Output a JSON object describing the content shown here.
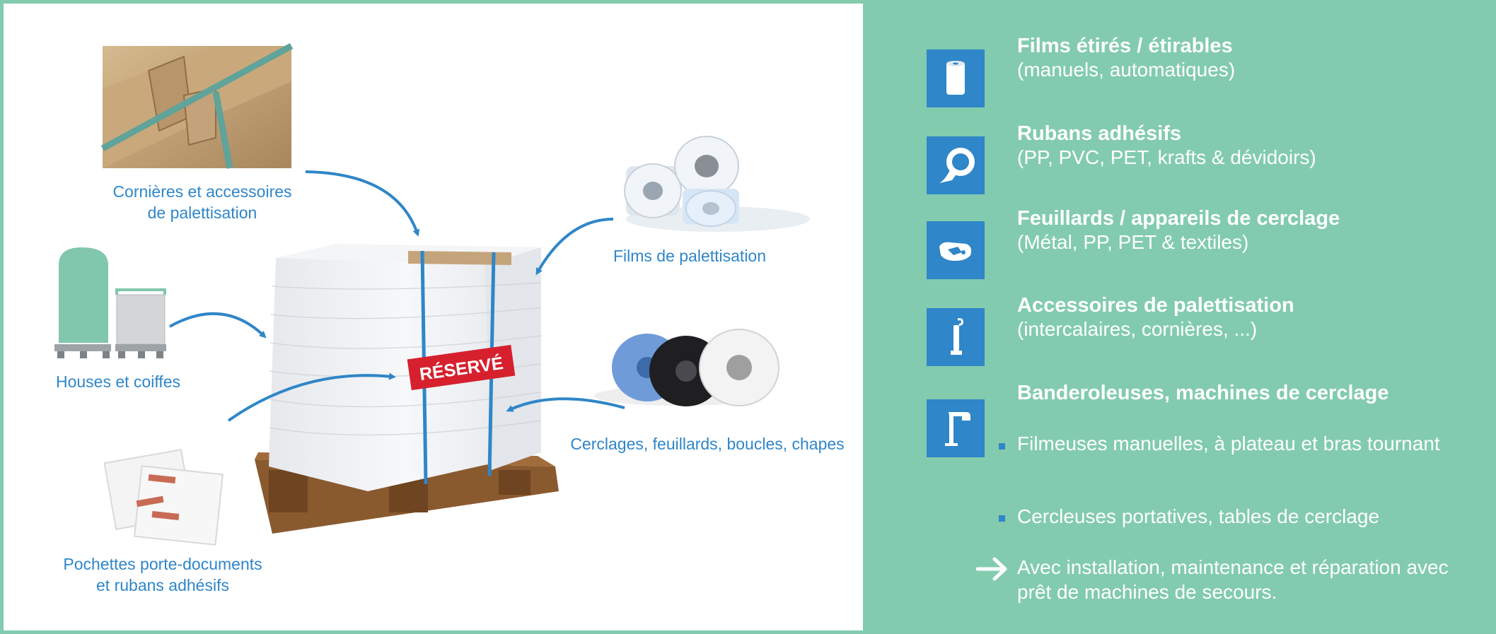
{
  "left": {
    "labels": {
      "cornieres": [
        "Cornières et accessoires",
        "de palettisation"
      ],
      "films": [
        "Films de palettisation"
      ],
      "housses": [
        "Houses et coiffes"
      ],
      "cerclages": [
        "Cerclages, feuillards, boucles, chapes"
      ],
      "pochettes": [
        "Pochettes porte-documents",
        "et rubans adhésifs"
      ]
    },
    "stamp": "RÉSERVÉ"
  },
  "right": {
    "categories": [
      {
        "title": "Films étirés / étirables",
        "sub": "(manuels, automatiques)",
        "icon": "film-roll-icon"
      },
      {
        "title": "Rubans adhésifs",
        "sub": "(PP, PVC, PET, krafts & dévidoirs)",
        "icon": "tape-icon"
      },
      {
        "title": "Feuillards / appareils de cerclage",
        "sub": "(Métal, PP, PET & textiles)",
        "icon": "strapping-tool-icon"
      },
      {
        "title": "Accessoires de palettisation",
        "sub": "(intercalaires, cornières, ...)",
        "icon": "dispenser-icon"
      },
      {
        "title": "Banderoleuses, machines de cerclage",
        "sub": "",
        "icon": "wrapping-machine-icon"
      }
    ],
    "machines": {
      "item1": "Filmeuses manuelles, à plateau et bras tournant",
      "item2": "Cercleuses portatives, tables de cerclage",
      "note": "Avec installation, maintenance et réparation avec prêt de machines de secours."
    }
  },
  "colors": {
    "accent_blue": "#2f86c8",
    "mint_green": "#82cbaf",
    "stamp_red": "#d6202e",
    "white": "#ffffff"
  }
}
